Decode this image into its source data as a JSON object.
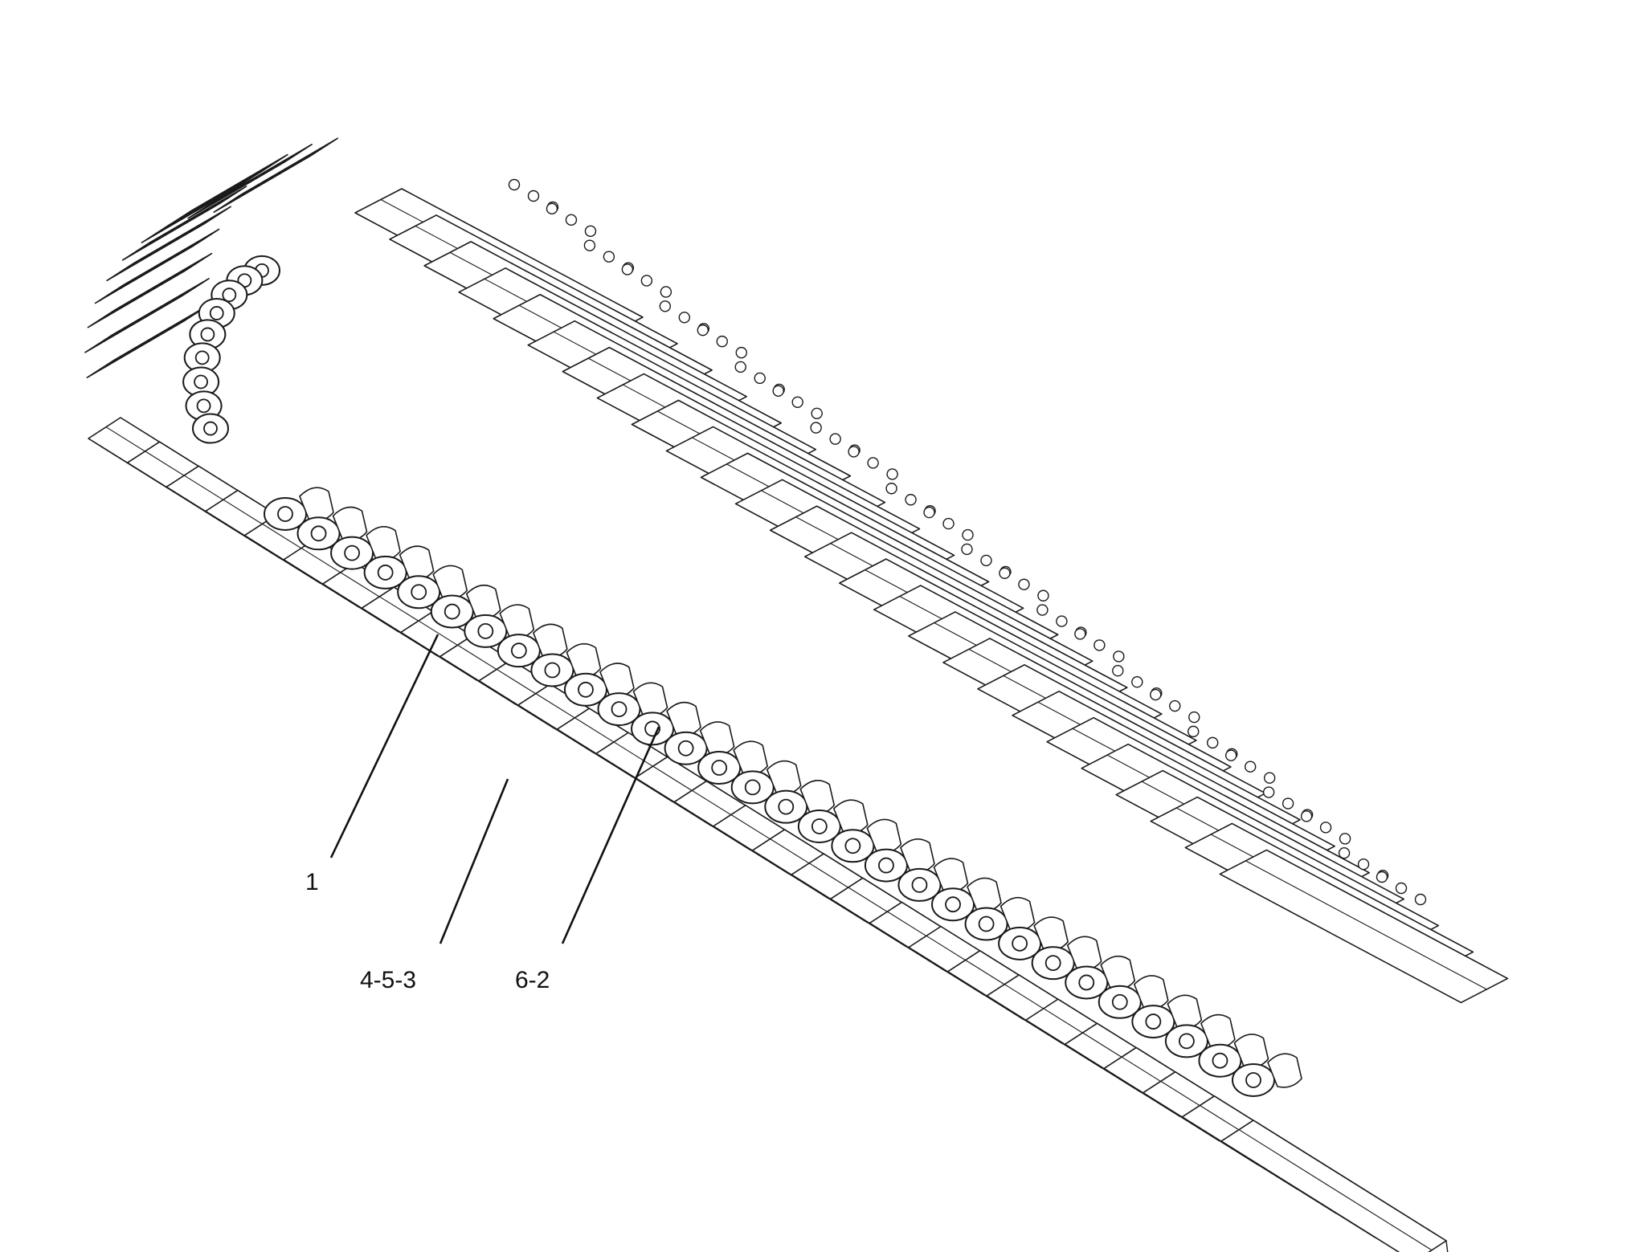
{
  "diagram": {
    "callouts": [
      {
        "id": "c1",
        "label": "1"
      },
      {
        "id": "c2",
        "label": "4-5-3"
      },
      {
        "id": "c3",
        "label": "6-2"
      }
    ],
    "line_color": "#111111",
    "paper_color": "#ffffff"
  }
}
